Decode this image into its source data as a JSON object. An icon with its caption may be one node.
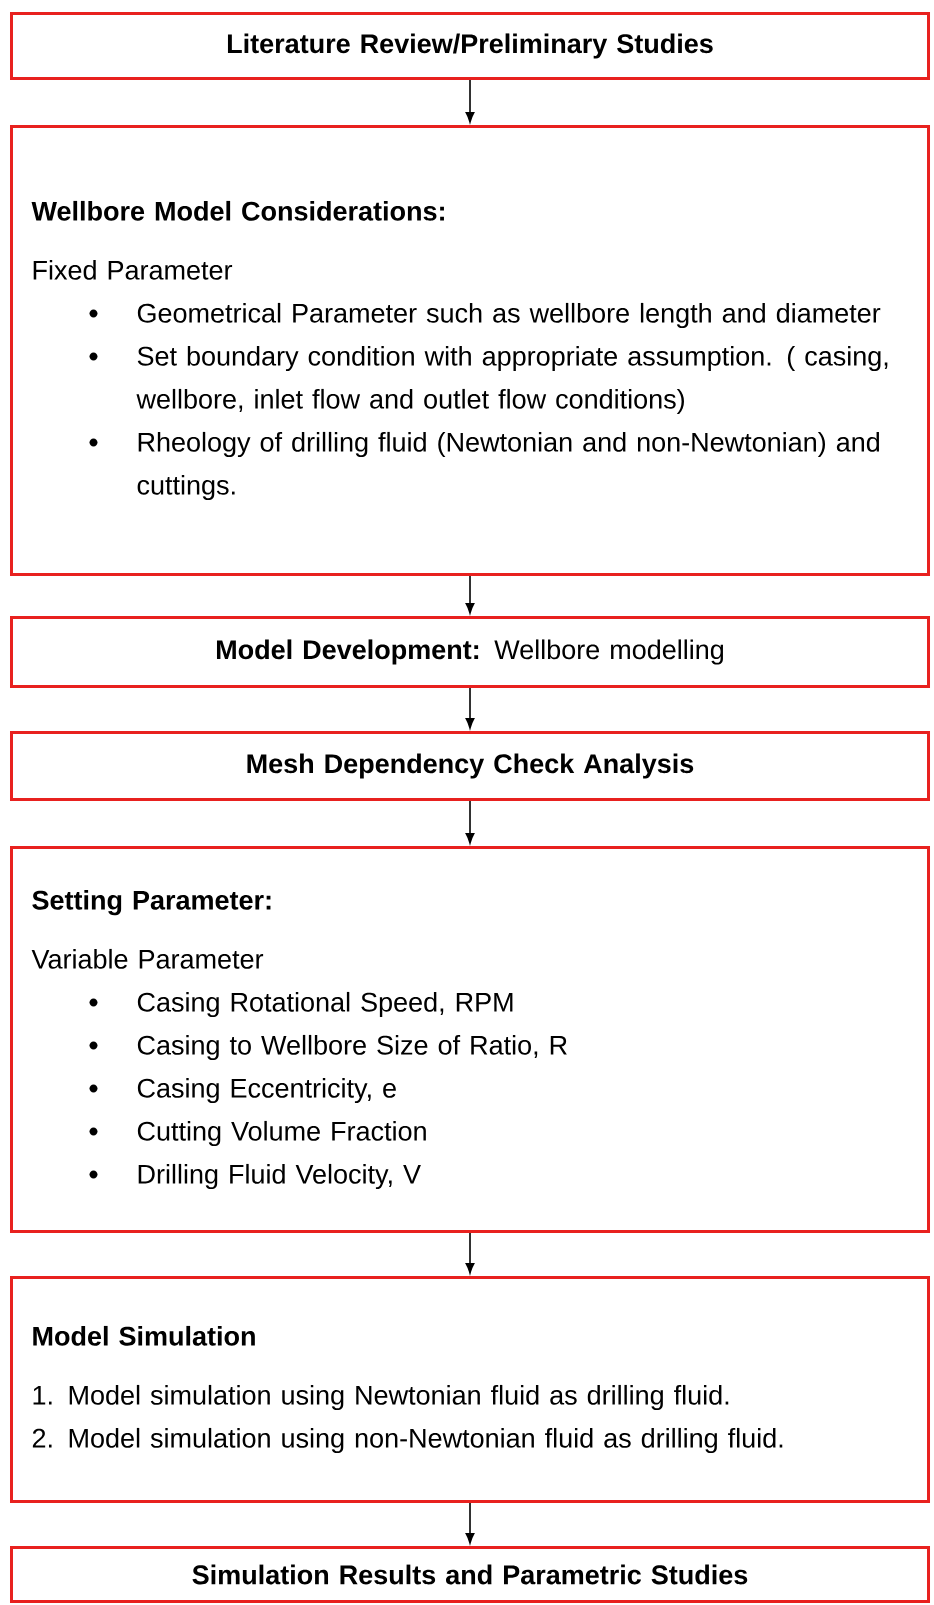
{
  "diagram": {
    "nodes": [
      {
        "text": [
          "Literature Review/Preliminary Studies"
        ]
      },
      {
        "text": [
          "Wellbore Model Considerations:",
          "Fixed Parameter",
          "Geometrical Parameter such as wellbore length and diameter",
          "Set boundary condition with appropriate assumption. ( casing, wellbore, inlet flow and outlet flow conditions)",
          "Rheology of drilling fluid (Newtonian and non-Newtonian) and cuttings."
        ]
      },
      {
        "text": [
          "**Model Development:** Wellbore modelling"
        ]
      },
      {
        "text": [
          "Mesh Dependency Check Analysis"
        ]
      },
      {
        "text": [
          "Setting Parameter:",
          "Variable Parameter",
          "Casing Rotational Speed, RPM",
          "Casing to Wellbore Size of Ratio, R",
          "Casing Eccentricity, e",
          "Cutting Volume Fraction",
          "Drilling Fluid Velocity, V"
        ]
      },
      {
        "text": [
          "Model Simulation",
          "1. Model simulation using Newtonian fluid as drilling fluid.",
          "2. Model simulation using non-Newtonian fluid as drilling fluid."
        ]
      },
      {
        "text": [
          "Simulation Results and Parametric Studies"
        ]
      }
    ],
    "edges": [
      {
        "from": 0,
        "to": 1,
        "arrow": "to"
      },
      {
        "from": 1,
        "to": 2,
        "arrow": "to"
      },
      {
        "from": 2,
        "to": 3,
        "arrow": "to"
      },
      {
        "from": 3,
        "to": 4,
        "arrow": "to"
      },
      {
        "from": 4,
        "to": 5,
        "arrow": "to"
      },
      {
        "from": 5,
        "to": 6,
        "arrow": "to"
      }
    ]
  }
}
